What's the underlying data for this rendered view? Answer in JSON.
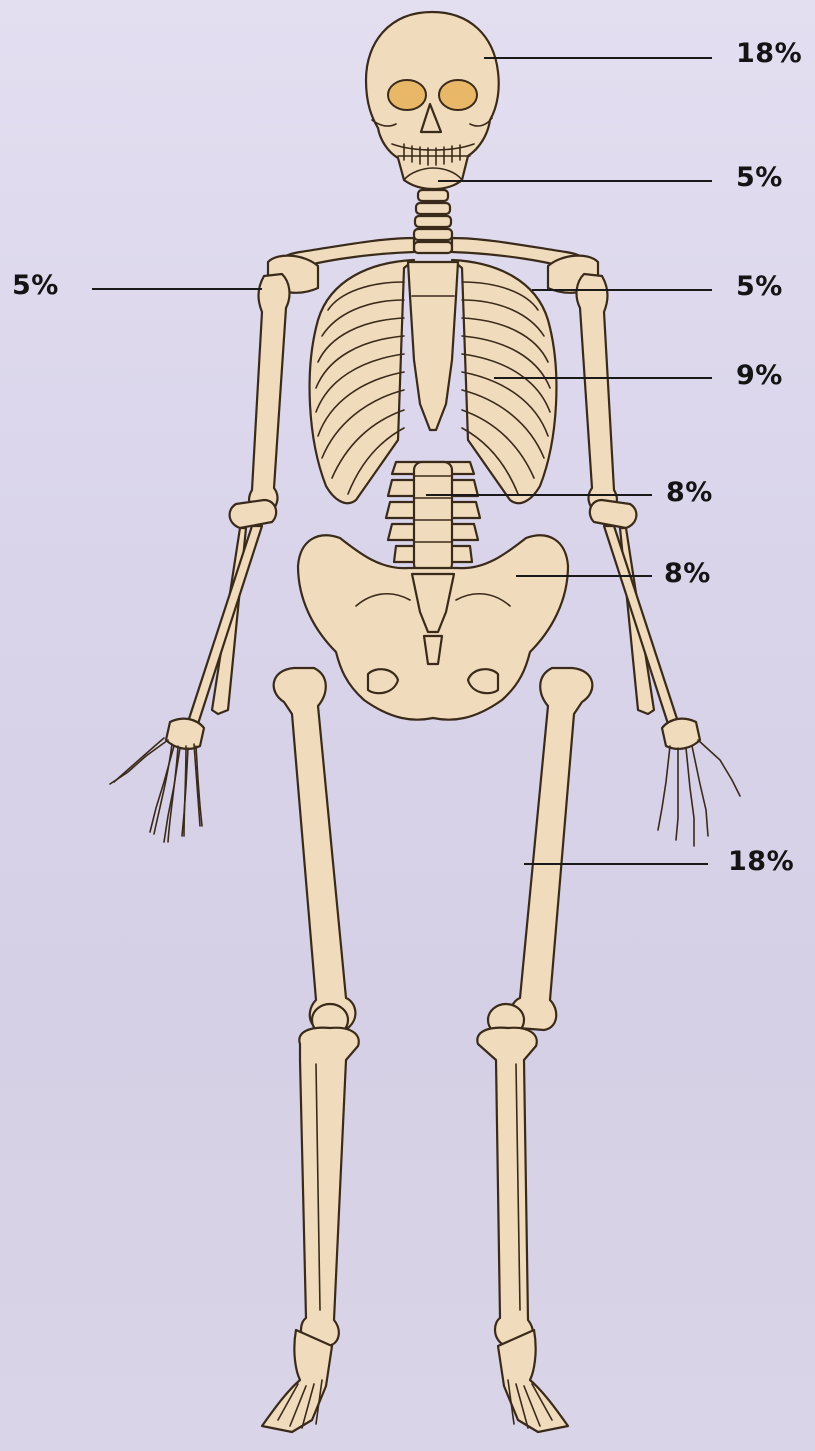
{
  "diagram": {
    "bone_color": "#f0dbbd",
    "outline_color": "#3a2a1a",
    "eye_socket_color": "#e8b868",
    "background_color": "#dcd6ea",
    "labels": [
      {
        "id": "skull",
        "text": "18%"
      },
      {
        "id": "neck",
        "text": "5%"
      },
      {
        "id": "right-shoulder",
        "text": "5%"
      },
      {
        "id": "left-shoulder",
        "text": "5%"
      },
      {
        "id": "ribs",
        "text": "9%"
      },
      {
        "id": "spine",
        "text": "8%"
      },
      {
        "id": "pelvis",
        "text": "8%"
      },
      {
        "id": "legs",
        "text": "18%"
      }
    ]
  }
}
